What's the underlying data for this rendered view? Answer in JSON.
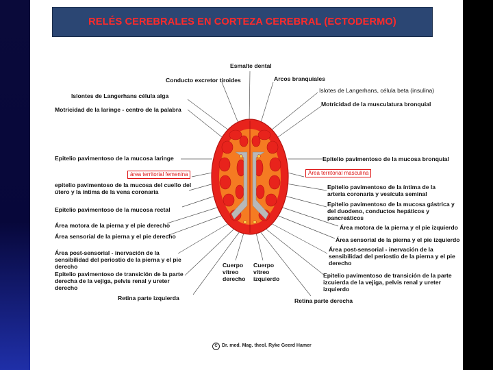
{
  "title": "RELÉS CEREBRALES EN CORTEZA CEREBRAL (ECTODERMO)",
  "labels": {
    "esmalte_dental": "Esmalte dental",
    "conducto_excretor": "Conducto excretor tiroides",
    "arcos_branquiales": "Arcos branquiales",
    "islotes_alfa": "Islontes de Langerhans célula alga",
    "islotes_beta": "Islotes de Langerhans, célula beta (insulina)",
    "motricidad_laringe": "Motricidad de la laringe - centro de la palabra",
    "motricidad_bronquial": "Motricidad de la musculatura bronquial",
    "epitelio_laringe": "Epitelio pavimentoso de la mucosa laringe",
    "epitelio_bronquial": "Epitelio pavimentoso de la mucosa bronquial",
    "area_femenina": "área territorial femenina",
    "area_masculina": "Área territorial masculina",
    "epitelio_cuello_utero": "epitelio pavimentoso de la mucosa del cuello del útero y la íntima de la vena coronaria",
    "epitelio_arteria_coronaria": "Epitelio pavimentoso de la íntima de la arteria coronaria y vesícula seminal",
    "epitelio_rectal": "Epitelio pavimentoso de la mucosa rectal",
    "epitelio_gastrica": "Epitelio pavimentoso de la mucosa gástrica y del duodeno, conductos hepáticos y pancreáticos",
    "motora_pierna_der": "Área motora de la pierna y el pie derecho",
    "motora_pierna_izq": "Área motora de la pierna y el pie izquierdo",
    "sensorial_der": "Área sensorial de la pierna y el pie derecho",
    "sensorial_izq": "Área sensorial de la pierna y el pie izquierdo",
    "post_sensorial_der": "Área post-sensorial - inervación de la sensibilidad del periostio de la pierna y el pie derecho",
    "post_sensorial_izq": "Área post-sensorial - inervación de la sensibilidad del periostio de la pierna y el pie derecho",
    "cuerpo_vitreo_der": "Cuerpo vítreo derecho",
    "cuerpo_vitreo_izq": "Cuerpo vítreo izquierdo",
    "epitelio_vejiga_der": "Epitelio pavimentoso de transición de la parte derecha de la vejiga, pelvis renal y ureter derecho",
    "epitelio_vejiga_izq": "Epitelio pavimentoso de transición de la parte izcuierda de la vejiga, pelvis renal y ureter izquierdo",
    "retina_izq": "Retina parte izquierda",
    "retina_der": "Retina parte derecha"
  },
  "copyright": "Dr. med. Mag. theol. Ryke Geerd Hamer",
  "colors": {
    "title_bg": "#2b4673",
    "title_text": "#ff2a2a",
    "brain_red": "#e8231c",
    "brain_orange": "#f57b22",
    "brain_grey": "#b8b8b8"
  }
}
